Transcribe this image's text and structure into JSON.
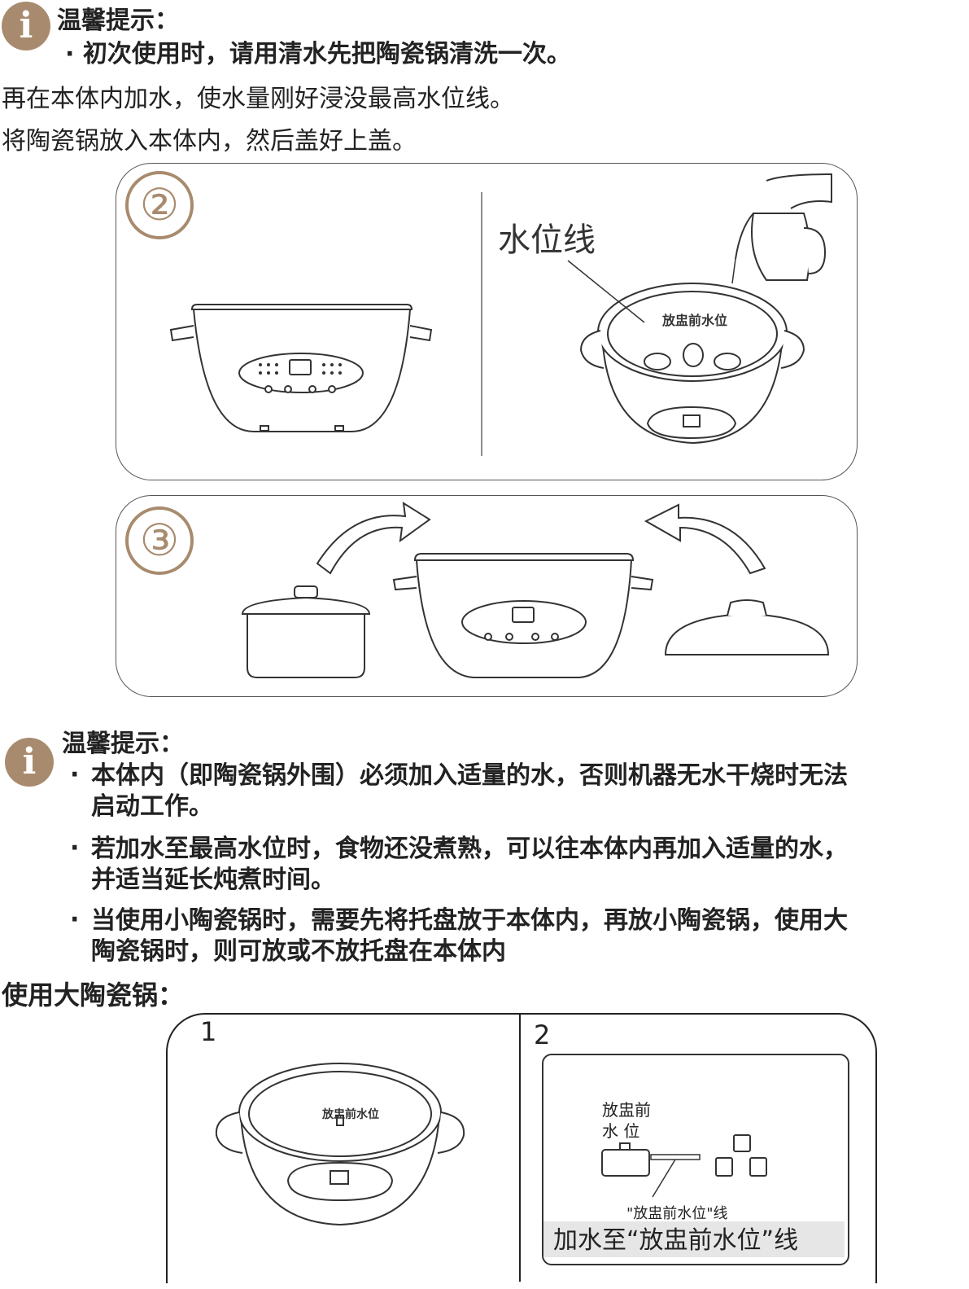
{
  "tip1": {
    "icon": "info-icon",
    "title": "温馨提示：",
    "bullet": "初次使用时，请用清水先把陶瓷锅清洗一次。"
  },
  "instructions": [
    "再在本体内加水，使水量刚好浸没最高水位线。",
    "将陶瓷锅放入本体内，然后盖好上盖。"
  ],
  "step2": {
    "number": "②",
    "water_line_label": "水位线",
    "inner_label": "放盅前水位"
  },
  "step3": {
    "number": "③"
  },
  "tip2": {
    "icon": "info-icon",
    "title": "温馨提示：",
    "bullets": [
      [
        "本体内（即陶瓷锅外围）必须加入适量的水，否则机器无水干烧时无法",
        "启动工作。"
      ],
      [
        "若加水至最高水位时，食物还没煮熟，可以往本体内再加入适量的水，",
        "并适当延长炖煮时间。"
      ],
      [
        "当使用小陶瓷锅时，需要先将托盘放于本体内，再放小陶瓷锅，使用大",
        "陶瓷锅时，则可放或不放托盘在本体内"
      ]
    ]
  },
  "large_pot": {
    "heading": "使用大陶瓷锅：",
    "panel1_num": "1",
    "panel1_inner_label": "放盅前水位",
    "panel2_num": "2",
    "level_label_line1": "放盅前",
    "level_label_line2": "水  位",
    "line_label": "\"放盅前水位\"线",
    "caption": "加水至“放盅前水位”线"
  }
}
